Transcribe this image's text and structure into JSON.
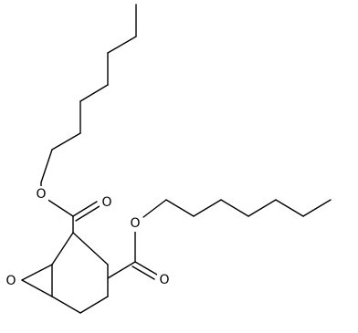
{
  "atom_labels": {
    "ester1_ether_oxygen": "O",
    "ester1_carbonyl_oxygen": "O",
    "ester2_ether_oxygen": "O",
    "ester2_carbonyl_oxygen": "O",
    "epoxide_oxygen": "O"
  }
}
